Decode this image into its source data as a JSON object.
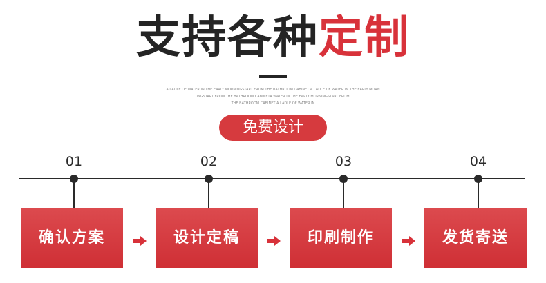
{
  "header": {
    "title_main": "支持各种",
    "title_accent": "定制",
    "subtitle_lines": [
      "A LADLE OF WATER IN THE EARLY MORNINGSTART FROM THE BATHROOM CABINET A LADLE OF WATER IN THE EARLY MORN",
      "INGSTART FROM THE BATHROOM CABINETA WATER IN THE EARLY MORNINGSTART FROM",
      "THE BATHROOM CABINET A LADLE OF WATER IN"
    ],
    "badge": "免费设计"
  },
  "steps": [
    {
      "number": "01",
      "label": "确认方案"
    },
    {
      "number": "02",
      "label": "设计定稿"
    },
    {
      "number": "03",
      "label": "印刷制作"
    },
    {
      "number": "04",
      "label": "发货寄送"
    }
  ],
  "colors": {
    "accent": "#d8323a",
    "dark": "#242424",
    "arrow": "#d8323a"
  }
}
